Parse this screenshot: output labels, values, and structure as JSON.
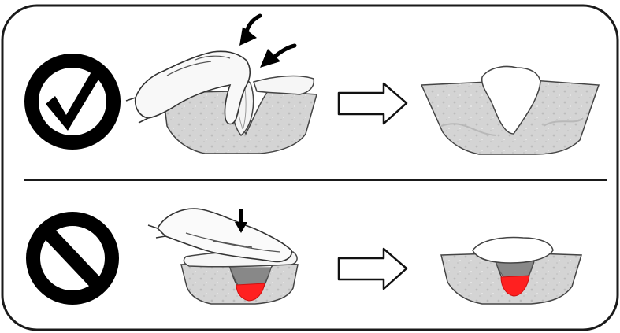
{
  "panels": [
    {
      "id": "correct",
      "verdict_icon": "check-circle-icon",
      "arrow_icon": "hollow-arrow-right-icon",
      "before_illustration": "hand-pressing-filler-into-deep-wound",
      "after_illustration": "wound-fully-filled-to-base"
    },
    {
      "id": "incorrect",
      "verdict_icon": "prohibited-circle-icon",
      "arrow_icon": "hollow-arrow-right-icon",
      "before_illustration": "hand-pressing-flat-dressing-over-wound",
      "after_illustration": "wound-base-left-unfilled"
    }
  ],
  "colors": {
    "frame": "#1a1a1a",
    "tissue": "#d2d2d2",
    "tissue_shade": "#bdbdbd",
    "wound_fill": "#ffffff",
    "dead_space": "#888888",
    "bleeding": "#ff2020"
  }
}
